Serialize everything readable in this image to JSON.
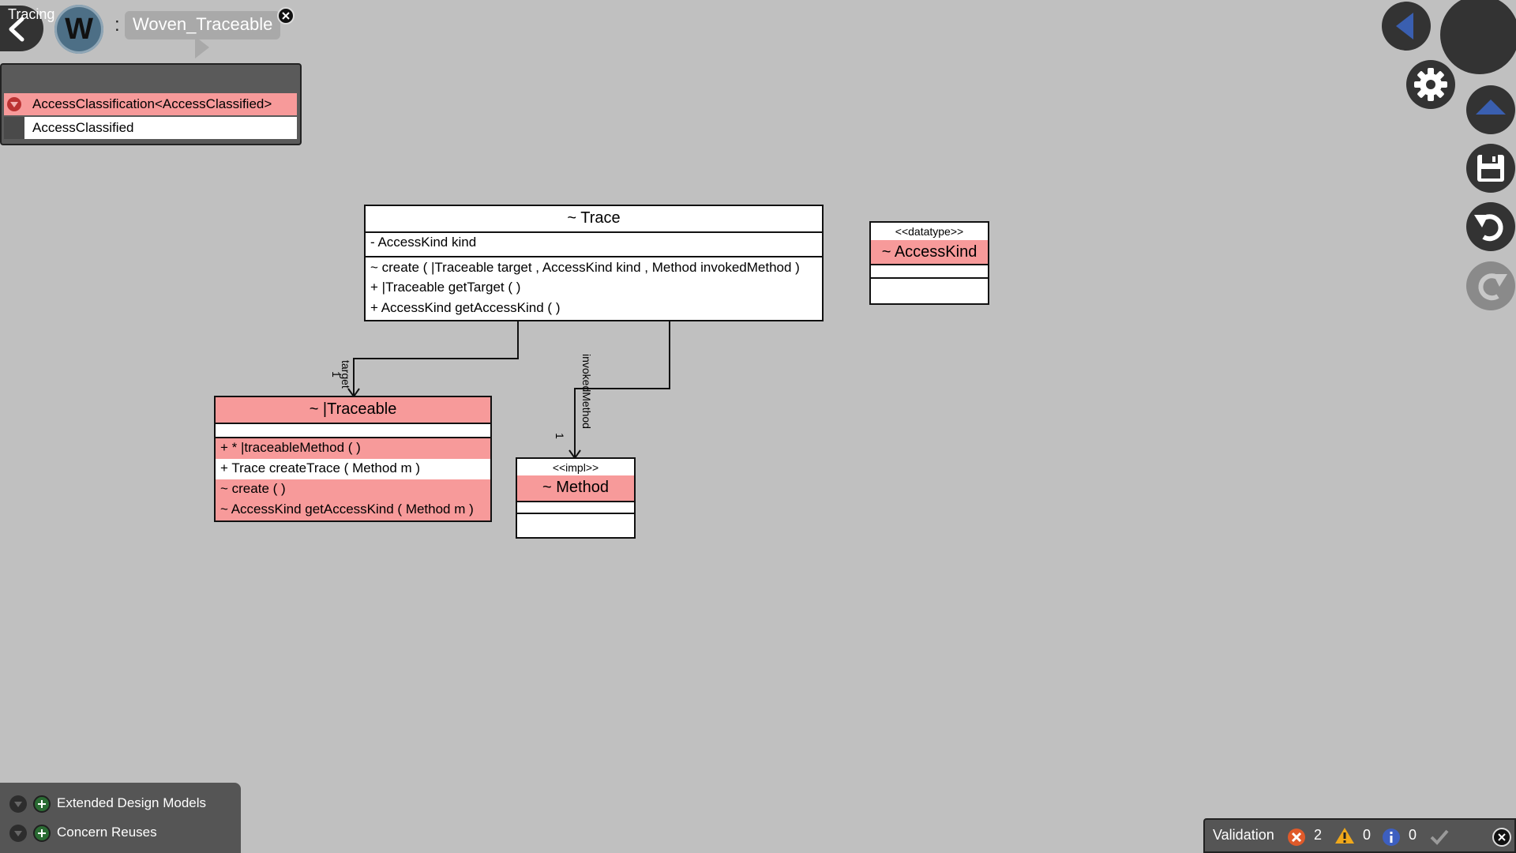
{
  "header": {
    "avatar_letter": "W",
    "separator": ":",
    "model_name": "Woven_Traceable"
  },
  "tracing": {
    "title": "Tracing",
    "items": [
      {
        "label": "AccessClassification<AccessClassified>",
        "highlighted": true
      },
      {
        "label": "AccessClassified",
        "highlighted": false
      }
    ]
  },
  "diagram": {
    "classes": {
      "trace": {
        "name": "~  Trace",
        "attributes": [
          "- AccessKind kind"
        ],
        "operations": [
          "~ create ( |Traceable target , AccessKind kind , Method invokedMethod )",
          "+ |Traceable getTarget ( )",
          "+ AccessKind getAccessKind ( )"
        ]
      },
      "access_kind": {
        "stereotype": "<<datatype>>",
        "name": "~   AccessKind"
      },
      "traceable": {
        "name": "~   |Traceable",
        "operations": [
          "+ * |traceableMethod ( )",
          "+ Trace createTrace ( Method m )",
          "~ create ( )",
          "~ AccessKind getAccessKind ( Method m )"
        ]
      },
      "method": {
        "stereotype": "<<impl>>",
        "name": "~   Method"
      }
    },
    "associations": {
      "target": {
        "role": "target",
        "multiplicity": "1"
      },
      "invoked": {
        "role": "invokedMethod",
        "multiplicity": "1"
      }
    }
  },
  "reuse_panel": {
    "items": [
      "Extended Design Models",
      "Concern Reuses"
    ]
  },
  "validation": {
    "label": "Validation",
    "errors": "2",
    "warnings": "0",
    "infos": "0"
  },
  "colors": {
    "background": "#c0c0c0",
    "highlight": "#f79a9a",
    "panel": "#555555"
  }
}
